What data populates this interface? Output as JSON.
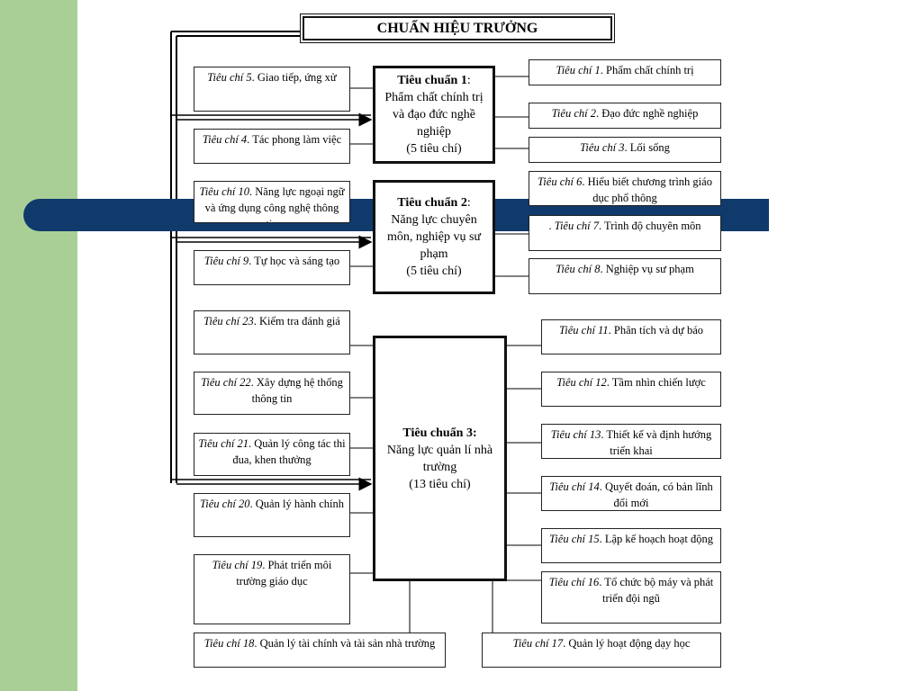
{
  "title": "CHUẨN HIỆU TRƯỞNG",
  "standards": [
    {
      "label": "Tiêu chuẩn 1",
      "sep": ":",
      "desc": "Phẩm chất chính trị và đạo đức nghề nghiệp",
      "count": "(5 tiêu chí)"
    },
    {
      "label": "Tiêu chuẩn 2",
      "sep": ":",
      "desc": "Năng lực chuyên môn, nghiệp vụ sư phạm",
      "count": "(5 tiêu chí)"
    },
    {
      "label": "Tiêu chuẩn 3:",
      "sep": "",
      "desc": "Năng lực quản lí nhà trường",
      "count": "(13 tiêu chí)"
    }
  ],
  "criteria": [
    {
      "id": "tc1",
      "prefix": "",
      "label": "Tiêu chí 1",
      "text": ". Phẩm chất chính trị"
    },
    {
      "id": "tc2",
      "prefix": "",
      "label": "Tiêu chí 2",
      "text": ". Đạo đức nghề nghiệp"
    },
    {
      "id": "tc3",
      "prefix": "",
      "label": "Tiêu chí 3",
      "text": ". Lối sống"
    },
    {
      "id": "tc4",
      "prefix": "",
      "label": "Tiêu chí 4",
      "text": ". Tác phong làm việc"
    },
    {
      "id": "tc5",
      "prefix": "",
      "label": "Tiêu chí 5",
      "text": ". Giao tiếp, ứng xử"
    },
    {
      "id": "tc6",
      "prefix": "",
      "label": "Tiêu chí 6",
      "text": ". Hiểu biết chương trình giáo dục phổ thông"
    },
    {
      "id": "tc7",
      "prefix": ". ",
      "label": "Tiêu chí 7",
      "text": ". Trình độ chuyên môn"
    },
    {
      "id": "tc8",
      "prefix": "",
      "label": "Tiêu chí 8",
      "text": ". Nghiệp vụ sư phạm"
    },
    {
      "id": "tc9",
      "prefix": "",
      "label": "Tiêu chí 9",
      "text": ". Tự học và sáng tạo"
    },
    {
      "id": "tc10",
      "prefix": "",
      "label": "Tiêu chí 10",
      "text": ". Năng lực ngoại ngữ và ứng dụng công nghệ thông tin"
    },
    {
      "id": "tc11",
      "prefix": "",
      "label": "Tiêu chí 11",
      "text": ". Phân tích và dự báo"
    },
    {
      "id": "tc12",
      "prefix": "",
      "label": "Tiêu chí 12",
      "text": ". Tầm nhìn chiến lược"
    },
    {
      "id": "tc13",
      "prefix": "",
      "label": "Tiêu chí 13",
      "text": ". Thiết kế và định hướng triển khai"
    },
    {
      "id": "tc14",
      "prefix": "",
      "label": "Tiêu chí 14",
      "text": ". Quyết đoán, có bản lĩnh đổi mới"
    },
    {
      "id": "tc15",
      "prefix": "",
      "label": "Tiêu chí 15",
      "text": ". Lập kế hoạch hoạt động"
    },
    {
      "id": "tc16",
      "prefix": "",
      "label": "Tiêu chí 16",
      "text": ". Tổ chức bộ máy và phát triển đội ngũ"
    },
    {
      "id": "tc17",
      "prefix": "",
      "label": "Tiêu chí 17",
      "text": ". Quản lý hoạt động dạy học"
    },
    {
      "id": "tc18",
      "prefix": "",
      "label": "Tiêu chí 18",
      "text": ". Quản lý tài chính và tài sản nhà trường"
    },
    {
      "id": "tc19",
      "prefix": "",
      "label": "Tiêu chí 19",
      "text": ". Phát triển môi trường giáo dục"
    },
    {
      "id": "tc20",
      "prefix": "",
      "label": "Tiêu chí 20",
      "text": ". Quản lý hành chính"
    },
    {
      "id": "tc21",
      "prefix": "",
      "label": "Tiêu chí 21",
      "text": ". Quản lý công tác thi đua, khen thưởng"
    },
    {
      "id": "tc22",
      "prefix": "",
      "label": "Tiêu chí 22",
      "text": ". Xây dựng hệ thống thông tin"
    },
    {
      "id": "tc23",
      "prefix": "",
      "label": "Tiêu chí 23",
      "text": ". Kiểm tra đánh giá"
    }
  ],
  "colors": {
    "green_panel": "#a9cf96",
    "blue_band": "#0f3a6b"
  }
}
